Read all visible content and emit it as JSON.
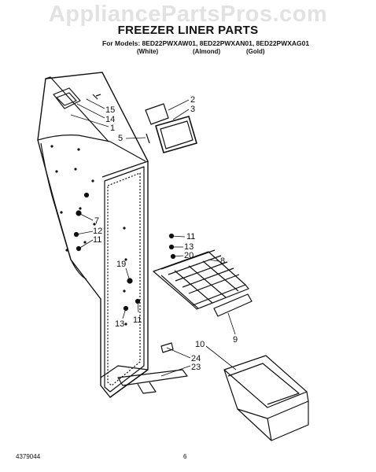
{
  "watermark": "AppliancePartsPros.com",
  "title": "FREEZER LINER PARTS",
  "models_line": "For Models: 8ED22PWXAW01, 8ED22PWXAN01, 8ED22PWXAG01",
  "colors": {
    "white": "(White)",
    "almond": "(Almond)",
    "gold": "(Gold)"
  },
  "callouts": {
    "n15": "15",
    "n14": "14",
    "n1": "1",
    "n2": "2",
    "n3": "3",
    "n5": "5",
    "n7": "7",
    "n12": "12",
    "n11a": "11",
    "n11b": "11",
    "n13a": "13",
    "n20": "20",
    "n8": "8",
    "n19": "19",
    "n13b": "13",
    "n11c": "11",
    "n9": "9",
    "n10": "10",
    "n24": "24",
    "n23": "23"
  },
  "footer": {
    "left": "4379044",
    "page": "6"
  }
}
